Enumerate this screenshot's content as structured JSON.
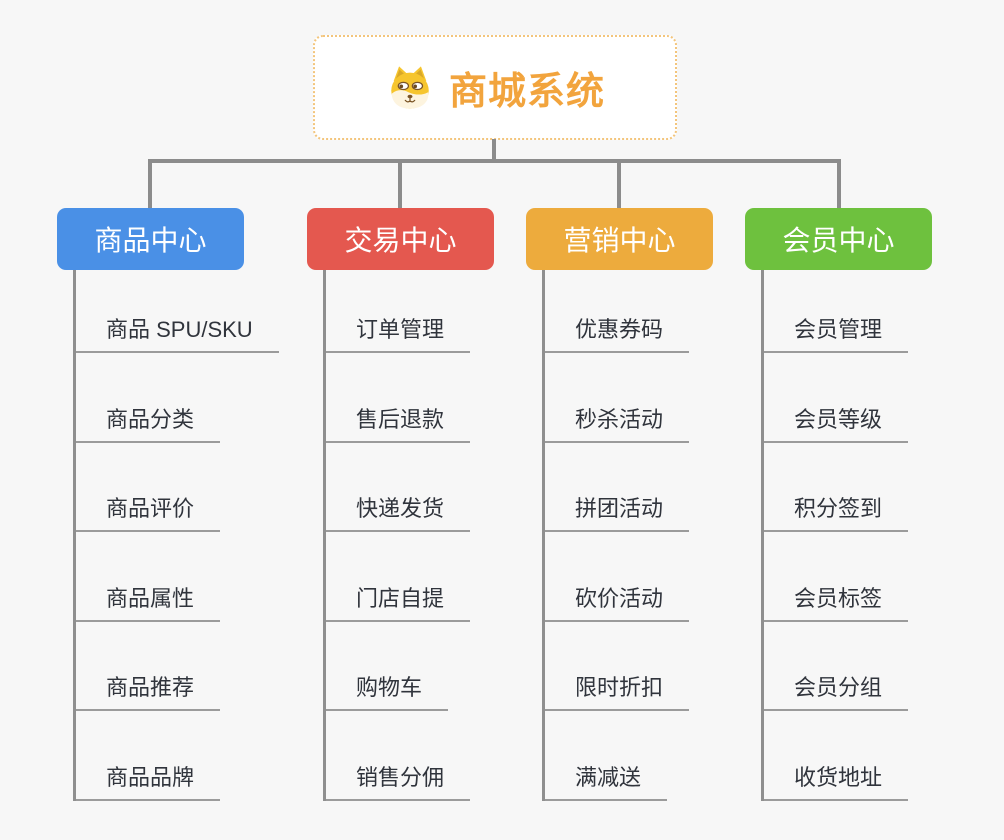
{
  "root": {
    "title": "商城系统",
    "icon": "doge-icon",
    "text_color": "#f2a43d",
    "border_color": "#f3c57c"
  },
  "style": {
    "background_color": "#f7f7f7",
    "connector_color": "#8c8c8c",
    "underline_color": "#9b9b9b",
    "subtopic_text_color": "#30343c"
  },
  "branches": [
    {
      "label": "商品中心",
      "color": "#4a90e6",
      "items": [
        "商品 SPU/SKU",
        "商品分类",
        "商品评价",
        "商品属性",
        "商品推荐",
        "商品品牌"
      ]
    },
    {
      "label": "交易中心",
      "color": "#e4584f",
      "items": [
        "订单管理",
        "售后退款",
        "快递发货",
        "门店自提",
        "购物车",
        "销售分佣"
      ]
    },
    {
      "label": "营销中心",
      "color": "#edab3d",
      "items": [
        "优惠券码",
        "秒杀活动",
        "拼团活动",
        "砍价活动",
        "限时折扣",
        "满减送"
      ]
    },
    {
      "label": "会员中心",
      "color": "#6ec13e",
      "items": [
        "会员管理",
        "会员等级",
        "积分签到",
        "会员标签",
        "会员分组",
        "收货地址"
      ]
    }
  ]
}
